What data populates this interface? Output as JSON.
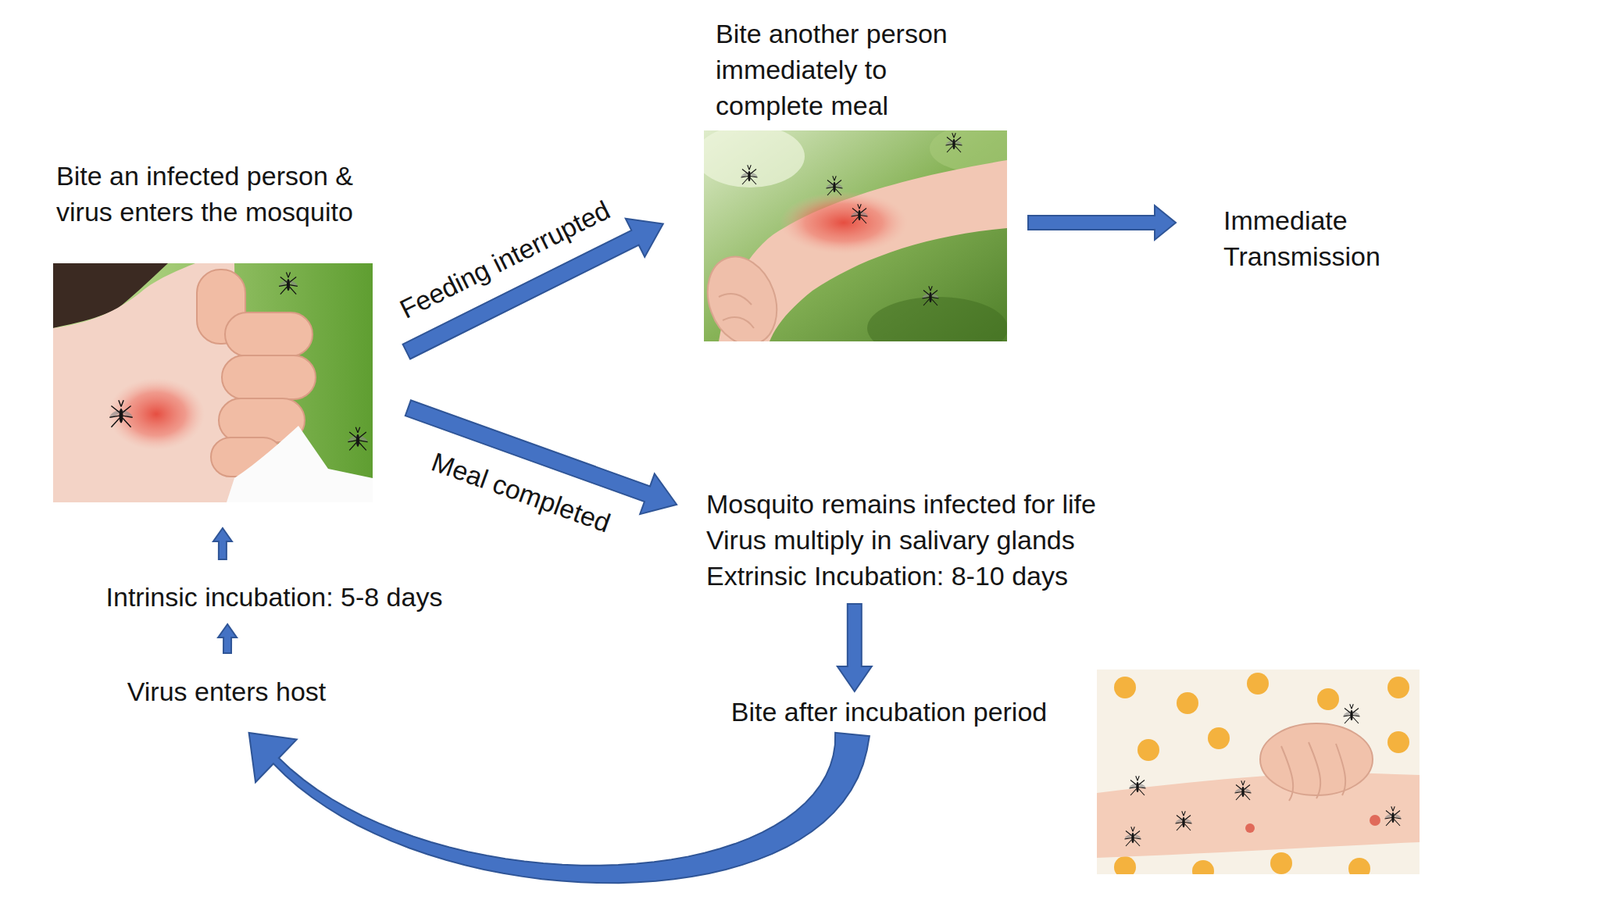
{
  "diagram": {
    "nodes": [
      {
        "text": [
          "Bite an infected person & virus enters the mosquito"
        ]
      },
      {
        "text": [
          "Bite another person immediately to complete meal"
        ]
      },
      {
        "text": [
          "Immediate Transmission"
        ]
      },
      {
        "text": [
          "Mosquito remains infected for life",
          "Virus multiply in salivary glands",
          "Extrinsic Incubation: 8-10 days"
        ]
      },
      {
        "text": [
          "Bite after incubation period"
        ]
      },
      {
        "text": [
          "Virus enters host"
        ]
      },
      {
        "text": [
          "Intrinsic incubation: 5-8 days"
        ]
      }
    ],
    "edges": [
      {
        "from": 0,
        "to": 1,
        "label": "Feeding interrupted",
        "arrow": "to"
      },
      {
        "from": 1,
        "to": 2,
        "arrow": "to"
      },
      {
        "from": 0,
        "to": 3,
        "label": "Meal completed",
        "arrow": "to"
      },
      {
        "from": 3,
        "to": 4,
        "arrow": "to"
      },
      {
        "from": 4,
        "to": 5,
        "arrow": "to"
      },
      {
        "from": 5,
        "to": 6,
        "arrow": "to"
      },
      {
        "from": 6,
        "to": 0,
        "arrow": "to"
      }
    ]
  }
}
